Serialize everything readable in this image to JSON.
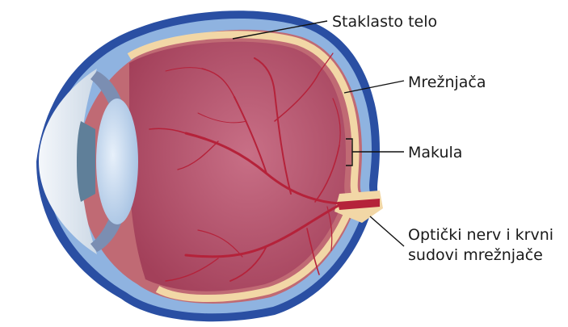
{
  "labels": {
    "vitreous": "Staklasto telo",
    "retina": "Mrežnjača",
    "macula": "Makula",
    "optic_line1": "Optički nerv i krvni",
    "optic_line2": "sudovi mrežnjače"
  },
  "colors": {
    "sclera_outer": "#2a4fa3",
    "choroid_band": "#8fb3e0",
    "retina_band": "#f2d7a6",
    "vitreous": "#a3405a",
    "vitreous_light": "#c86f86",
    "wall": "#c06a74",
    "vessels": "#b5223a",
    "cornea": "#e6eef6",
    "lens": "#b9cfea",
    "iris": "#5f7f99"
  }
}
